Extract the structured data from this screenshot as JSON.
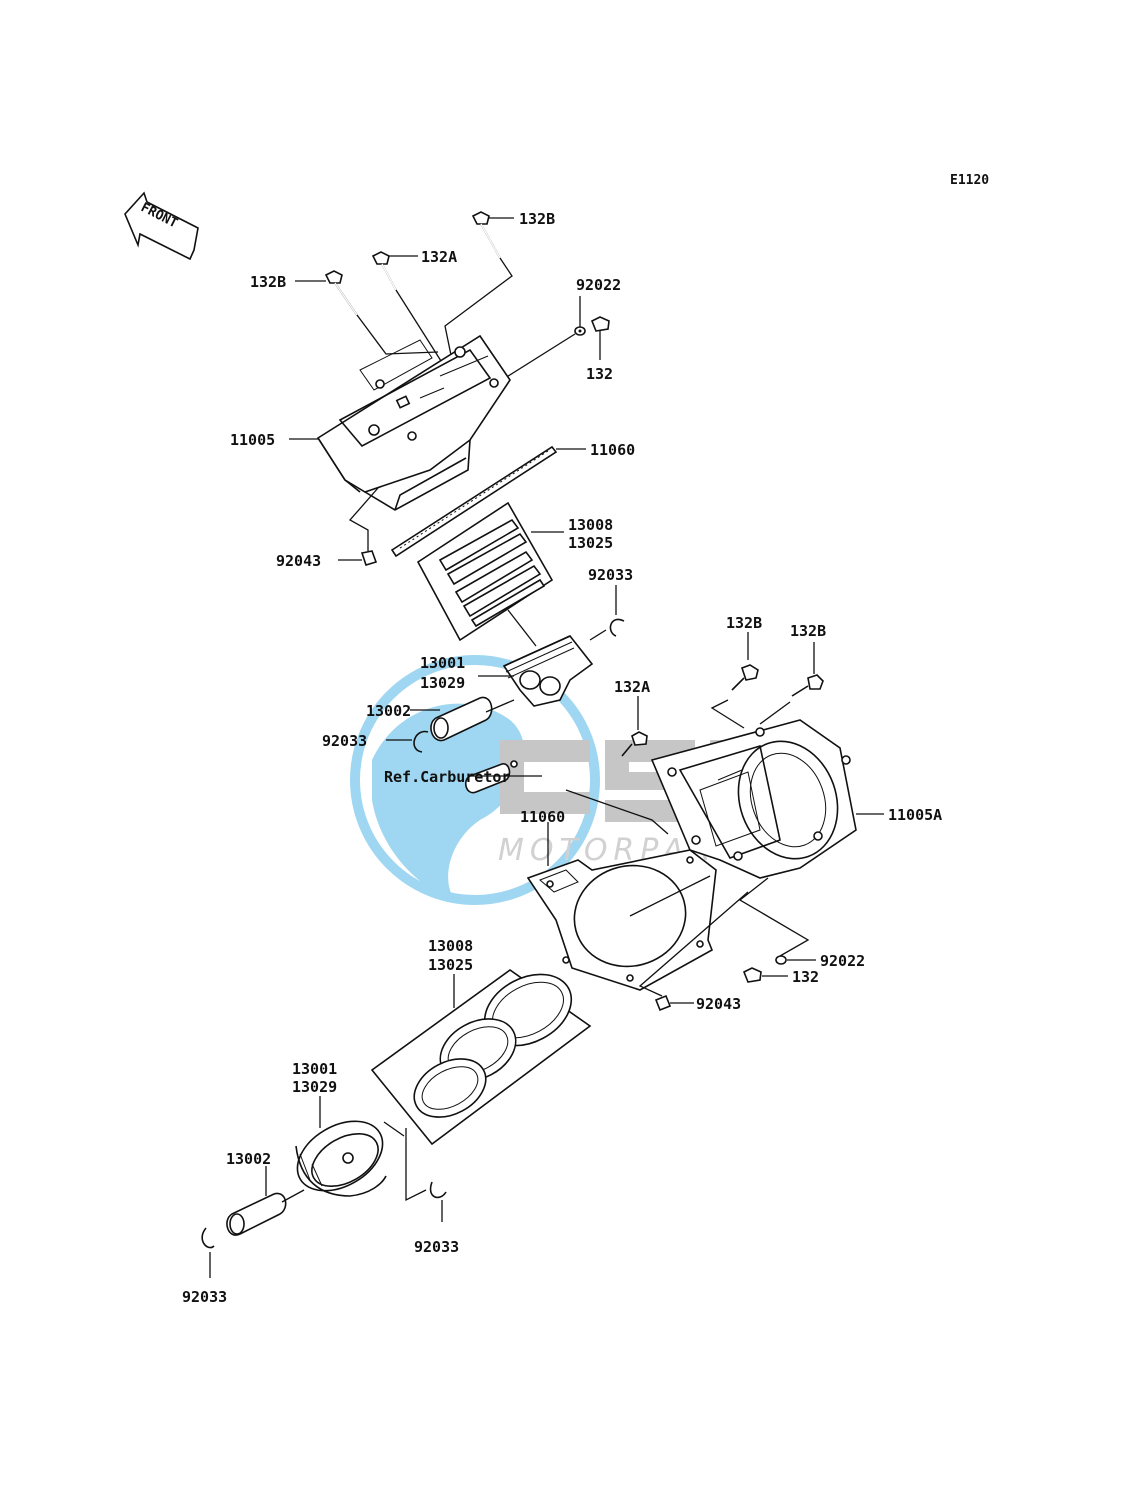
{
  "diagram_code": "E1120",
  "front_marker": "FRONT",
  "watermark": {
    "brand": "OSM",
    "sub": "MOTORPAR"
  },
  "colors": {
    "watermark_blue": "#8fd0ef",
    "watermark_gray": "#c8c8c8",
    "line": "#111111"
  },
  "labels": {
    "p132B_top": "132B",
    "p132A_top": "132A",
    "p132B_left": "132B",
    "p92022_top": "92022",
    "p132_top": "132",
    "p11005": "11005",
    "p11060_top": "11060",
    "p13008_top": "13008",
    "p13025_top": "13025",
    "p92043_top": "92043",
    "p92033_top_r": "92033",
    "p13001_top": "13001",
    "p13029_top": "13029",
    "p13002_top": "13002",
    "p92033_top_l": "92033",
    "p132B_mid_l": "132B",
    "p132B_mid_r": "132B",
    "p132A_mid": "132A",
    "ref_carb": "Ref.Carburetor",
    "p11060_bot": "11060",
    "p11005A": "11005A",
    "p92022_bot": "92022",
    "p132_bot": "132",
    "p92043_bot": "92043",
    "p13008_bot": "13008",
    "p13025_bot": "13025",
    "p13001_bot": "13001",
    "p13029_bot": "13029",
    "p13002_bot": "13002",
    "p92033_bot_c": "92033",
    "p92033_bot_l": "92033"
  }
}
